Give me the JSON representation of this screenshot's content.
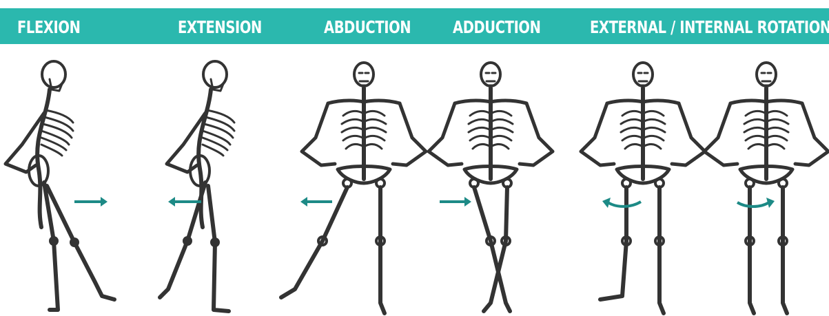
{
  "header": {
    "labels": [
      {
        "id": "flexion",
        "text": "FLEXION"
      },
      {
        "id": "extension",
        "text": "EXTENSION"
      },
      {
        "id": "abduction",
        "text": "ABDUCTION"
      },
      {
        "id": "adduction",
        "text": "ADDUCTION"
      },
      {
        "id": "rotation",
        "text": "EXTERNAL / INTERNAL ROTATION"
      }
    ]
  },
  "colors": {
    "banner": "#2bb8ae",
    "arrow": "#1d8a86",
    "skeleton_ink": "#333333",
    "label_text": "#ffffff"
  },
  "figures": [
    {
      "name": "flexion-skeleton",
      "view": "side",
      "arrow": "right"
    },
    {
      "name": "extension-skeleton",
      "view": "side",
      "arrow": "left"
    },
    {
      "name": "abduction-skeleton",
      "view": "front",
      "arrow": "left"
    },
    {
      "name": "adduction-skeleton",
      "view": "front",
      "arrow": "right"
    },
    {
      "name": "external-rotation-skeleton",
      "view": "front",
      "arrow": "curved-left"
    },
    {
      "name": "internal-rotation-skeleton",
      "view": "front",
      "arrow": "curved-right"
    }
  ]
}
